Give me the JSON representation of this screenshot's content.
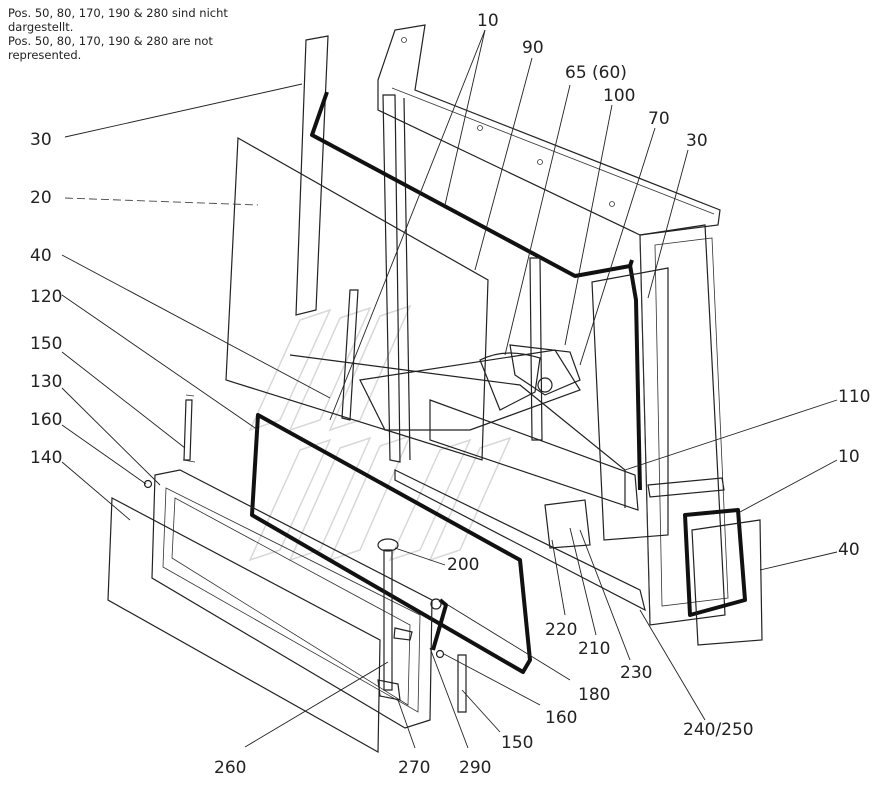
{
  "note": {
    "line_de_1": "Pos. 50, 80, 170, 190 & 280 sind nicht",
    "line_de_2": "dargestellt.",
    "line_en_1": "Pos. 50, 80, 170, 190 & 280 are not",
    "line_en_2": "represented."
  },
  "callouts": {
    "c10a": "10",
    "c90": "90",
    "c65": "65 (60)",
    "c100": "100",
    "c70": "70",
    "c30a": "30",
    "c30b": "30",
    "c20": "20",
    "c40a": "40",
    "c120": "120",
    "c150a": "150",
    "c130": "130",
    "c160a": "160",
    "c140": "140",
    "c110": "110",
    "c10b": "10",
    "c40b": "40",
    "c200": "200",
    "c220": "220",
    "c210": "210",
    "c230": "230",
    "c180": "180",
    "c160b": "160",
    "c150b": "150",
    "c240": "240/250",
    "c260": "260",
    "c270": "270",
    "c290": "290"
  }
}
